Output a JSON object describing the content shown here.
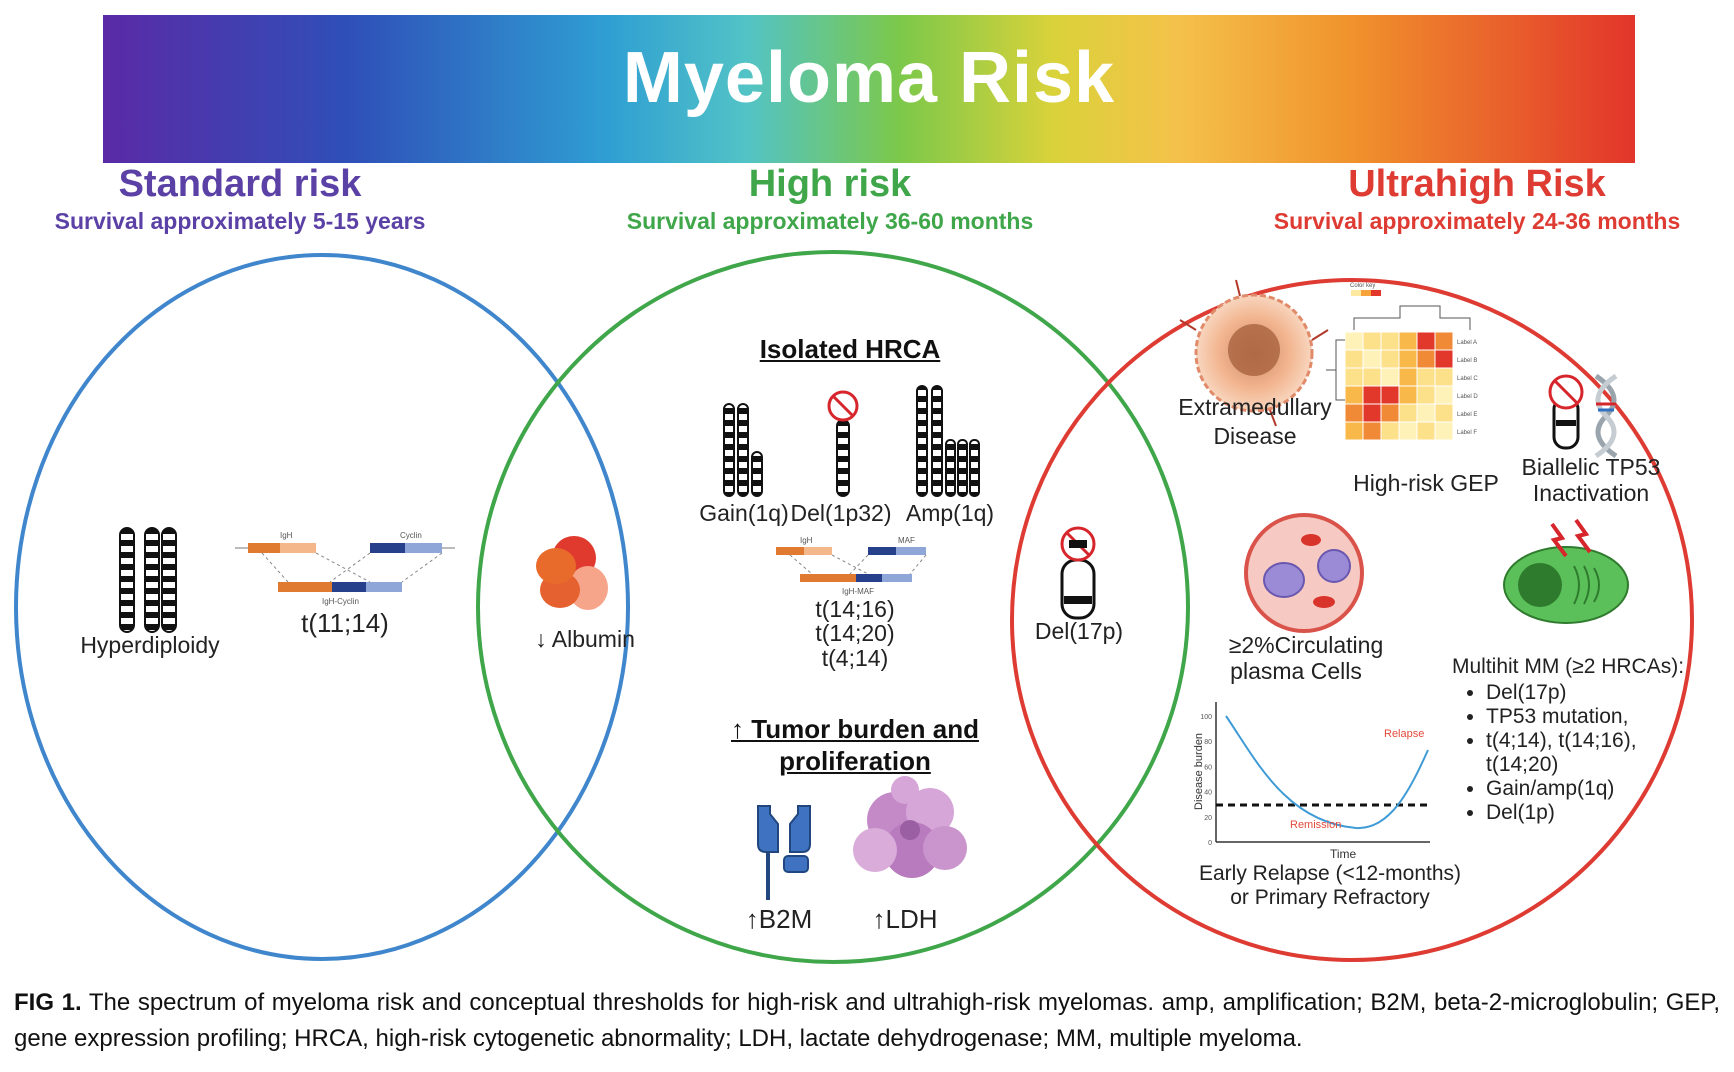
{
  "banner": {
    "title": "Myeloma Risk"
  },
  "categories": {
    "standard": {
      "heading": "Standard risk",
      "survival": "Survival approximately 5-15 years",
      "color": "#5b41a5"
    },
    "high": {
      "heading": "High risk",
      "survival": "Survival approximately 36-60 months",
      "color": "#3fa64a"
    },
    "ultrahigh": {
      "heading": "Ultrahigh Risk",
      "survival": "Survival approximately 24-36 months",
      "color": "#de3b33"
    }
  },
  "circle_colors": {
    "standard": "#3f86cc",
    "high": "#3fa64a",
    "ultrahigh": "#de3b33"
  },
  "standard_items": {
    "hyperdiploidy": "Hyperdiploidy",
    "translocation": "t(11;14)",
    "igh_label": "IgH",
    "cyclin_label": "Cyclin",
    "fusion_label": "IgH-Cyclin"
  },
  "overlap_std_high": {
    "albumin": "↓ Albumin"
  },
  "high_items": {
    "isolated_title": "Isolated HRCA",
    "gain": "Gain(1q)",
    "del1p": "Del(1p32)",
    "amp": "Amp(1q)",
    "igh_label": "IgH",
    "maf_label": "MAF",
    "fusion_label": "IgH-MAF",
    "t1416": "t(14;16)",
    "t1420": "t(14;20)",
    "t414": "t(4;14)",
    "tumor_title_line1": "↑ Tumor burden and",
    "tumor_title_line2": "proliferation",
    "b2m": "↑B2M",
    "ldh": "↑LDH"
  },
  "overlap_high_ultra": {
    "del17p": "Del(17p)"
  },
  "ultra_items": {
    "emd_line1": "Extramedullary",
    "emd_line2": "Disease",
    "gep": "High-risk GEP",
    "color_key": "Color key",
    "heatmap_labels": [
      "Label A",
      "Label B",
      "Label C",
      "Label D",
      "Label E",
      "Label F"
    ],
    "tp53_line1": "Biallelic TP53",
    "tp53_line2": "Inactivation",
    "circ_line1": "≥2%Circulating",
    "circ_line2": "plasma Cells",
    "relapse_line1": "Early Relapse (<12-months)",
    "relapse_line2": "or Primary Refractory",
    "chart_ylabel": "Disease burden",
    "chart_xlabel": "Time",
    "chart_relapse": "Relapse",
    "chart_remission": "Remission",
    "chart_yticks": [
      "100",
      "80",
      "60",
      "40",
      "20",
      "0"
    ],
    "multihit_title": "Multihit MM (≥2 HRCAs):",
    "multihit_items": [
      "Del(17p)",
      "TP53 mutation,",
      "t(4;14), t(14;16),",
      "t(14;20)",
      "Gain/amp(1q)",
      "Del(1p)"
    ]
  },
  "caption": {
    "label": "FIG 1.",
    "text": "The spectrum of myeloma risk and conceptual thresholds for high-risk and ultrahigh-risk myelomas. amp, amplification; B2M, beta-2-microglobulin; GEP, gene expression profiling; HRCA, high-risk cytogenetic abnormality; LDH, lactate dehydrogenase; MM, multiple myeloma."
  }
}
